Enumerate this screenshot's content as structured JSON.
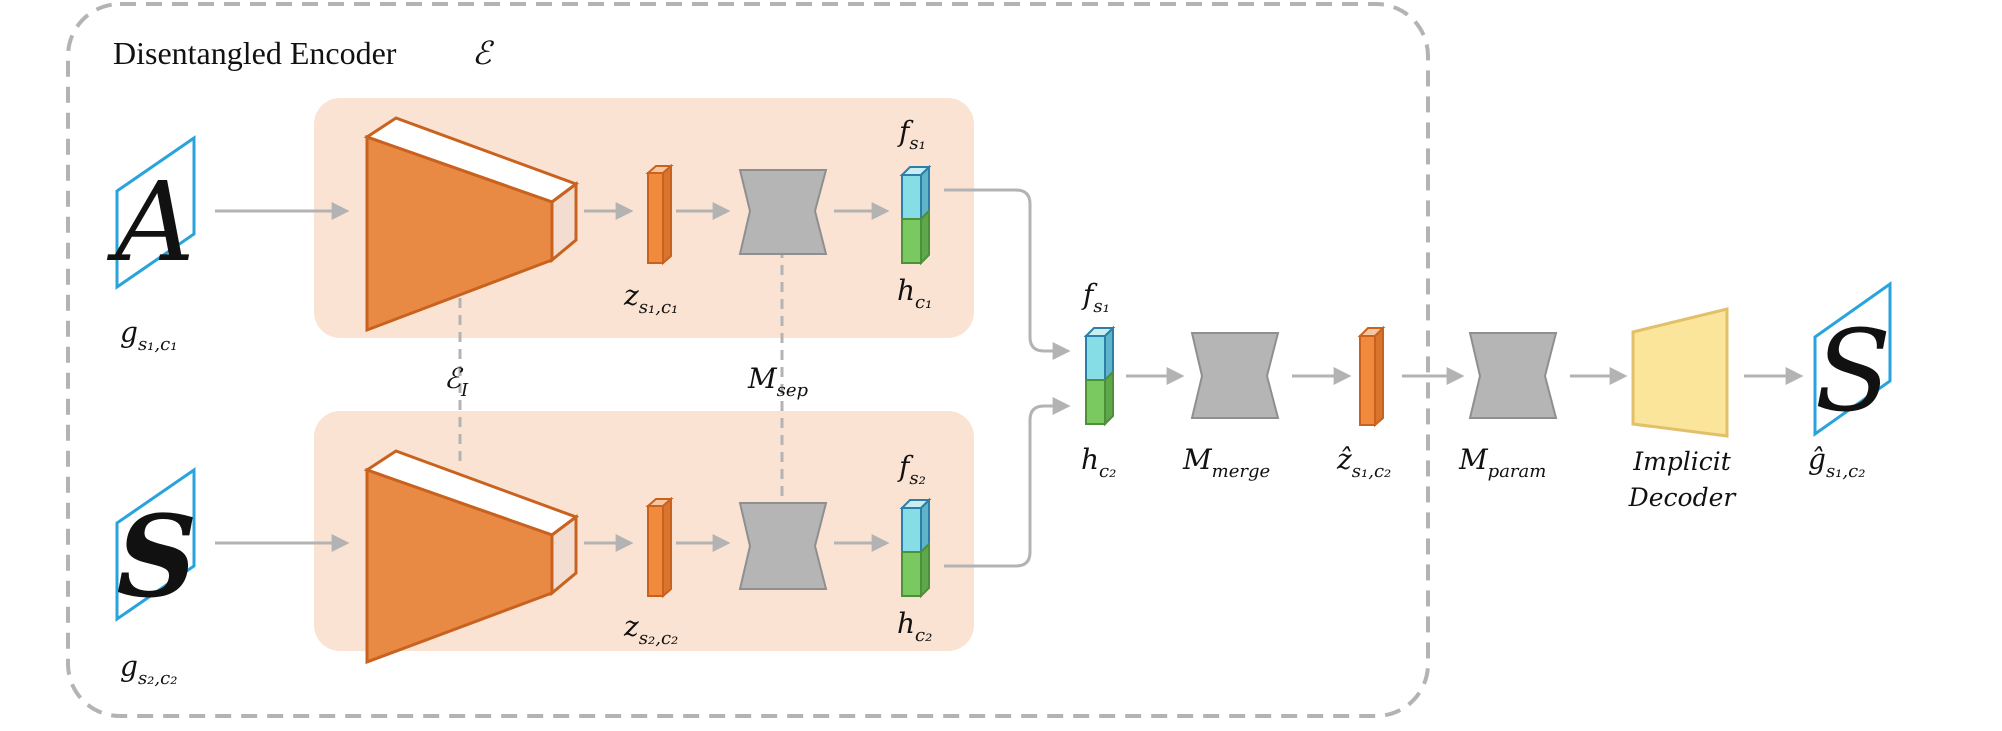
{
  "encoder": {
    "title": "Disentangled Encoder",
    "symbol": "ℰ"
  },
  "labels": {
    "g_s1c1": {
      "base": "g",
      "sub": "s₁,c₁"
    },
    "g_s2c2": {
      "base": "g",
      "sub": "s₂,c₂"
    },
    "z_s1c1": {
      "base": "z",
      "sub": "s₁,c₁"
    },
    "z_s2c2": {
      "base": "z",
      "sub": "s₂,c₂"
    },
    "f_s1_top": {
      "base": "f",
      "sub": "s₁"
    },
    "h_c1": {
      "base": "h",
      "sub": "c₁"
    },
    "f_s2": {
      "base": "f",
      "sub": "s₂"
    },
    "h_c2_top": {
      "base": "h",
      "sub": "c₂"
    },
    "E_I": {
      "base": "ℰ",
      "sub": "I"
    },
    "M_sep": {
      "base": "M",
      "sub": "sep"
    },
    "f_s1_mid": {
      "base": "f",
      "sub": "s₁"
    },
    "h_c2_mid": {
      "base": "h",
      "sub": "c₂"
    },
    "M_merge": {
      "base": "M",
      "sub": "merge"
    },
    "zhat": {
      "base": "ẑ",
      "sub": "s₁,c₂"
    },
    "M_param": {
      "base": "M",
      "sub": "param"
    },
    "ghat": {
      "base": "ĝ",
      "sub": "s₁,c₂"
    }
  },
  "decoder": {
    "line1": "Implicit",
    "line2": "Decoder"
  },
  "glyphs": {
    "input1": "A",
    "input2": "S",
    "output": "S"
  },
  "colors": {
    "panel_bg": "#fbe3d3",
    "encoder_fill": "#e98a44",
    "encoder_stroke": "#c9621f",
    "latent_fill": "#f28a3e",
    "mapper_fill": "#b5b5b5",
    "mapper_stroke": "#8f8f8f",
    "style_fill": "#86dde6",
    "content_fill": "#7ac860",
    "decoder_fill": "#fbe59a",
    "decoder_stroke": "#e2c06a",
    "frame_stroke": "#29a3dc",
    "arrow": "#b3b3b3",
    "dashed_border": "#b3b3b3"
  }
}
